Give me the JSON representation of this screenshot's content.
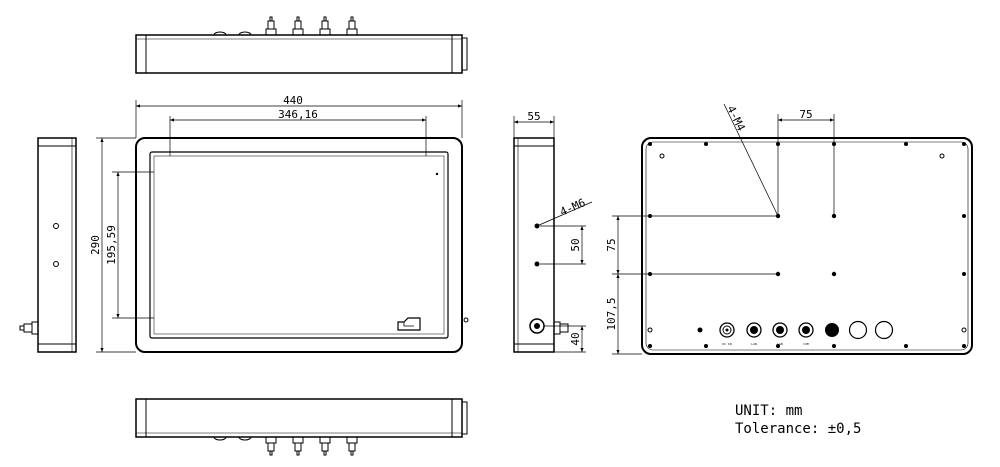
{
  "dimensions": {
    "width": "440",
    "screen_width": "346,16",
    "height": "290",
    "screen_height": "195,59",
    "depth": "55",
    "side_hole_spacing": "50",
    "side_bottom_offset": "40",
    "side_screw_callout": "4-M6",
    "rear_screw_callout": "4-M4",
    "vesa_horizontal": "75",
    "vesa_vertical": "75",
    "rear_bottom_offset": "107,5"
  },
  "notes": {
    "unit": "UNIT: mm",
    "tolerance": "Tolerance: ±0,5"
  },
  "connectors": [
    {
      "label": "DC IN"
    },
    {
      "label": "LAN"
    },
    {
      "label": "LAN"
    },
    {
      "label": "COM"
    }
  ]
}
